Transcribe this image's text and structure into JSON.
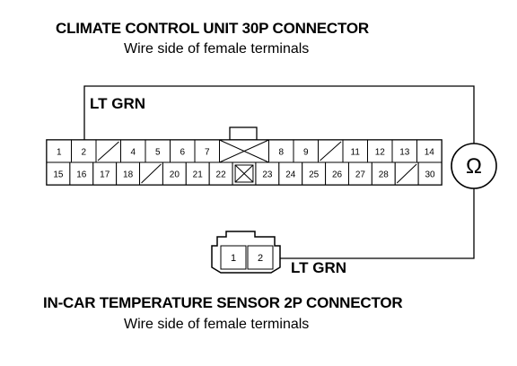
{
  "top_connector": {
    "title": "CLIMATE CONTROL UNIT 30P CONNECTOR",
    "subtitle": "Wire side of female terminals",
    "row1": [
      "1",
      "2",
      "",
      "4",
      "5",
      "6",
      "7",
      "",
      "8",
      "9",
      "",
      "11",
      "12",
      "13",
      "14"
    ],
    "row2": [
      "15",
      "16",
      "17",
      "18",
      "",
      "20",
      "21",
      "22",
      "",
      "23",
      "24",
      "25",
      "26",
      "27",
      "28",
      "",
      "30"
    ]
  },
  "bottom_connector": {
    "title": "IN-CAR TEMPERATURE SENSOR 2P CONNECTOR",
    "subtitle": "Wire side of female terminals",
    "pins": [
      "1",
      "2"
    ]
  },
  "wires": {
    "upper_label": "LT GRN",
    "lower_label": "LT GRN"
  },
  "meter": {
    "symbol": "Ω",
    "icon": "ohmmeter-icon"
  }
}
